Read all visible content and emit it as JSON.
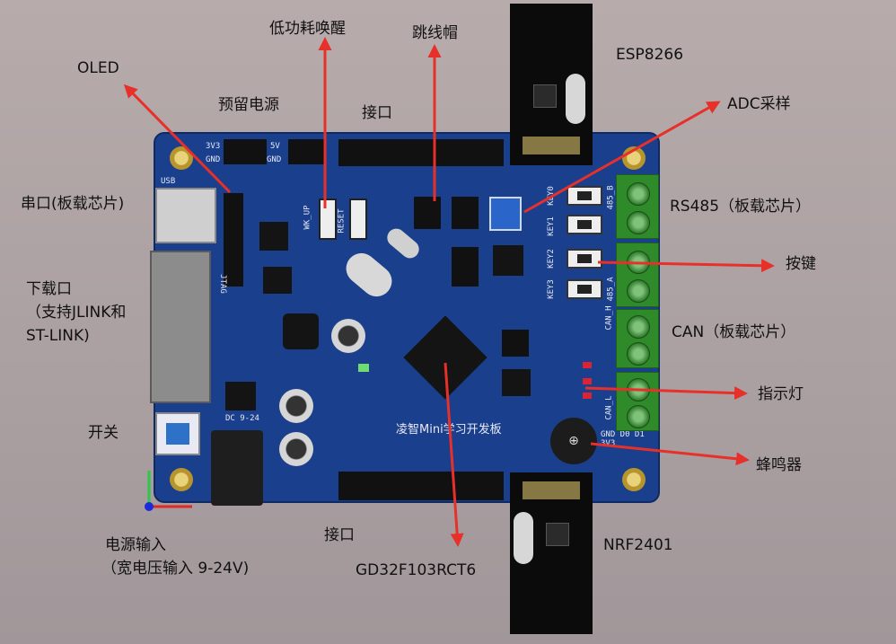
{
  "labels": {
    "oled": "OLED",
    "low_power_wakeup": "低功耗唤醒",
    "jumper_cap": "跳线帽",
    "esp8266": "ESP8266",
    "reserved_power": "预留电源",
    "interface_top": "接口",
    "adc_sampling": "ADC采样",
    "uart": "串口(板载芯片)",
    "rs485": "RS485（板载芯片）",
    "keys": "按键",
    "download_port_line1": "下载口",
    "download_port_line2": "（支持JLINK和",
    "download_port_line3": "ST-LINK)",
    "can": "CAN（板载芯片）",
    "indicator_led": "指示灯",
    "switch": "开关",
    "buzzer": "蜂鸣器",
    "power_input_line1": "电源输入",
    "power_input_line2": "（宽电压输入 9-24V)",
    "interface_bottom": "接口",
    "mcu": "GD32F103RCT6",
    "nrf2401": "NRF2401"
  },
  "silkscreen": {
    "v33": "3V3",
    "gnd1": "GND",
    "v5": "5V",
    "gnd2": "GND",
    "usb": "USB",
    "jtag": "JTAG",
    "wk_up": "WK_UP",
    "reset": "RESET",
    "dc": "DC 9-24",
    "brand": "凌智Mini学习开发板",
    "bottom_pins": "GND D0 D1 3V3",
    "key0": "KEY0",
    "key1": "KEY1",
    "key2": "KEY2",
    "key3": "KEY3",
    "rs485_b": "485_B",
    "rs485_a": "485_A",
    "can_h": "CAN_H",
    "can_l": "CAN_L"
  },
  "colors": {
    "arrow": "#e8302a",
    "board": "#1a3f8c",
    "terminal": "#2f8b2a"
  }
}
